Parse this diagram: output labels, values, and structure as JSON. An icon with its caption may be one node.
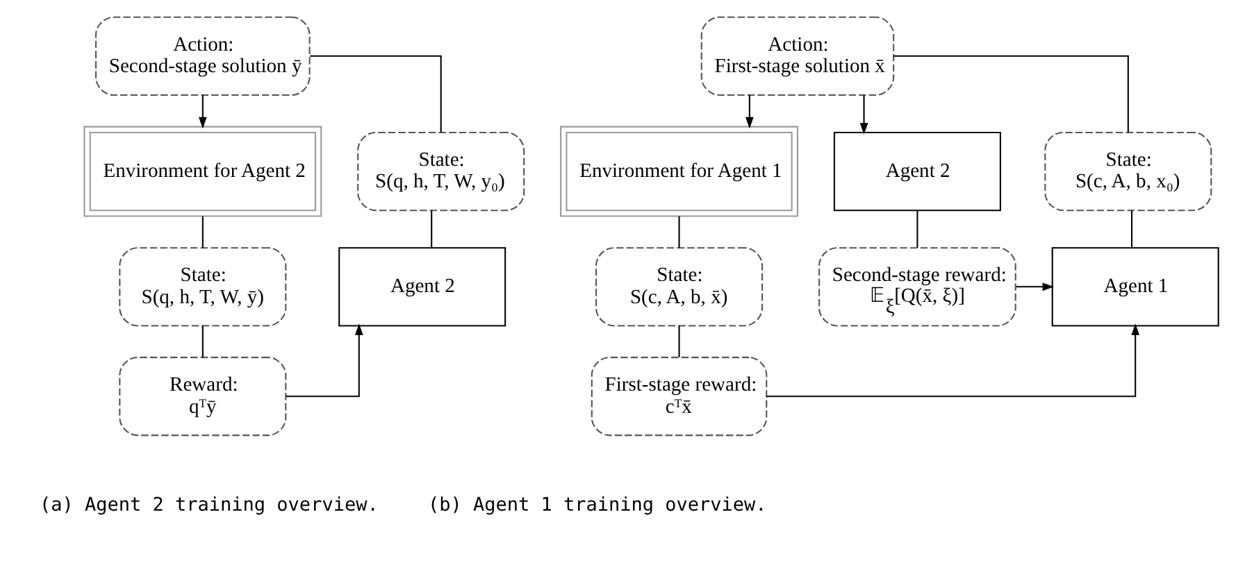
{
  "diagram": {
    "nodes": [
      {
        "text": [
          "Action:",
          "Second-stage solution ȳ"
        ]
      },
      {
        "text": [
          "State:",
          "S(q, h, T, W, y₀)"
        ]
      },
      {
        "text": [
          "Environment for Agent 2"
        ]
      },
      {
        "text": [
          "Agent 2"
        ]
      },
      {
        "text": [
          "State:",
          "S(q, h, T, W, ȳ)"
        ]
      },
      {
        "text": [
          "Reward:",
          "qᵀȳ"
        ]
      },
      {
        "text": [
          "Action:",
          "First-stage solution x̄"
        ]
      },
      {
        "text": [
          "State:",
          "S(c, A, b, x₀)"
        ]
      },
      {
        "text": [
          "Environment for Agent 1"
        ]
      },
      {
        "text": [
          "Agent 2"
        ]
      },
      {
        "text": [
          "Agent 1"
        ]
      },
      {
        "text": [
          "State:",
          "S(c, A, b, x̄)"
        ]
      },
      {
        "text": [
          "First-stage reward:",
          "cᵀx̄"
        ]
      },
      {
        "text": [
          "Second-stage reward:",
          "𝔼$_{ξ}$[Q(x̄, ξ)]"
        ]
      }
    ],
    "edges": [
      {
        "from": 3,
        "to": 1,
        "arrow": "none"
      },
      {
        "from": 1,
        "to": 0,
        "arrow": "none"
      },
      {
        "from": 0,
        "to": 2,
        "arrow": "to"
      },
      {
        "from": 2,
        "to": 4,
        "arrow": "none"
      },
      {
        "from": 4,
        "to": 5,
        "arrow": "none"
      },
      {
        "from": 5,
        "to": 3,
        "arrow": "to"
      },
      {
        "from": 10,
        "to": 7,
        "arrow": "none"
      },
      {
        "from": 7,
        "to": 6,
        "arrow": "none"
      },
      {
        "from": 6,
        "to": 8,
        "arrow": "to"
      },
      {
        "from": 6,
        "to": 9,
        "arrow": "to"
      },
      {
        "from": 8,
        "to": 11,
        "arrow": "none"
      },
      {
        "from": 11,
        "to": 12,
        "arrow": "none"
      },
      {
        "from": 12,
        "to": 10,
        "arrow": "to"
      },
      {
        "from": 9,
        "to": 13,
        "arrow": "none"
      },
      {
        "from": 13,
        "to": 10,
        "arrow": "to"
      }
    ],
    "labels": [
      "(a) Agent 2 training overview.",
      "(b) Agent 1 training overview."
    ]
  }
}
